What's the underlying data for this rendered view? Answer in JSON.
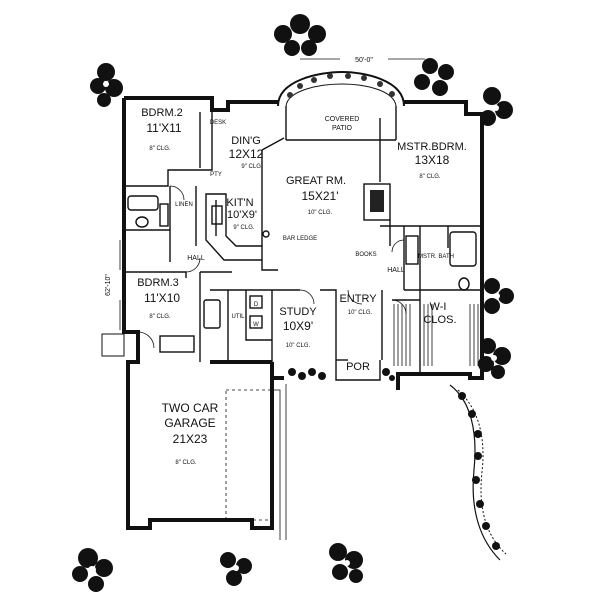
{
  "dimensions": {
    "width": "50'-0\"",
    "depth": "62'-10\""
  },
  "rooms": {
    "bdrm2": {
      "name": "BDRM.2",
      "size": "11'X11",
      "ceiling": "8\" CLG."
    },
    "dining": {
      "name": "DIN'G",
      "size": "12X12",
      "ceiling": "9\" CLG."
    },
    "patio": {
      "line1": "COVERED",
      "line2": "PATIO"
    },
    "master": {
      "name": "MSTR.BDRM.",
      "size": "13X18",
      "ceiling": "8\" CLG."
    },
    "great": {
      "name": "GREAT RM.",
      "size": "15X21'",
      "ceiling": "10\" CLG."
    },
    "kitchen": {
      "name": "KIT'N",
      "size": "10'X9'",
      "ceiling": "9\" CLG."
    },
    "bdrm3": {
      "name": "BDRM.3",
      "size": "11'X10",
      "ceiling": "8\" CLG."
    },
    "study": {
      "name": "STUDY",
      "size": "10X9'",
      "ceiling": "10\" CLG."
    },
    "entry": {
      "name": "ENTRY",
      "ceiling": "10\" CLG."
    },
    "wic": {
      "name": "W-I",
      "name2": "CLOS."
    },
    "garage": {
      "line1": "TWO CAR",
      "line2": "GARAGE",
      "size": "21X23",
      "ceiling": "8\" CLG."
    }
  },
  "labels": {
    "hall_left": "HALL",
    "hall_right": "HALL",
    "linen": "LINEN",
    "bar_ledge": "BAR LEDGE",
    "books": "BOOKS",
    "mstr_bath": "MSTR. BATH",
    "por": "POR",
    "desk": "DESK",
    "pty": "PTY",
    "wd_w": "W",
    "wd_d": "D",
    "util": "UTIL"
  }
}
